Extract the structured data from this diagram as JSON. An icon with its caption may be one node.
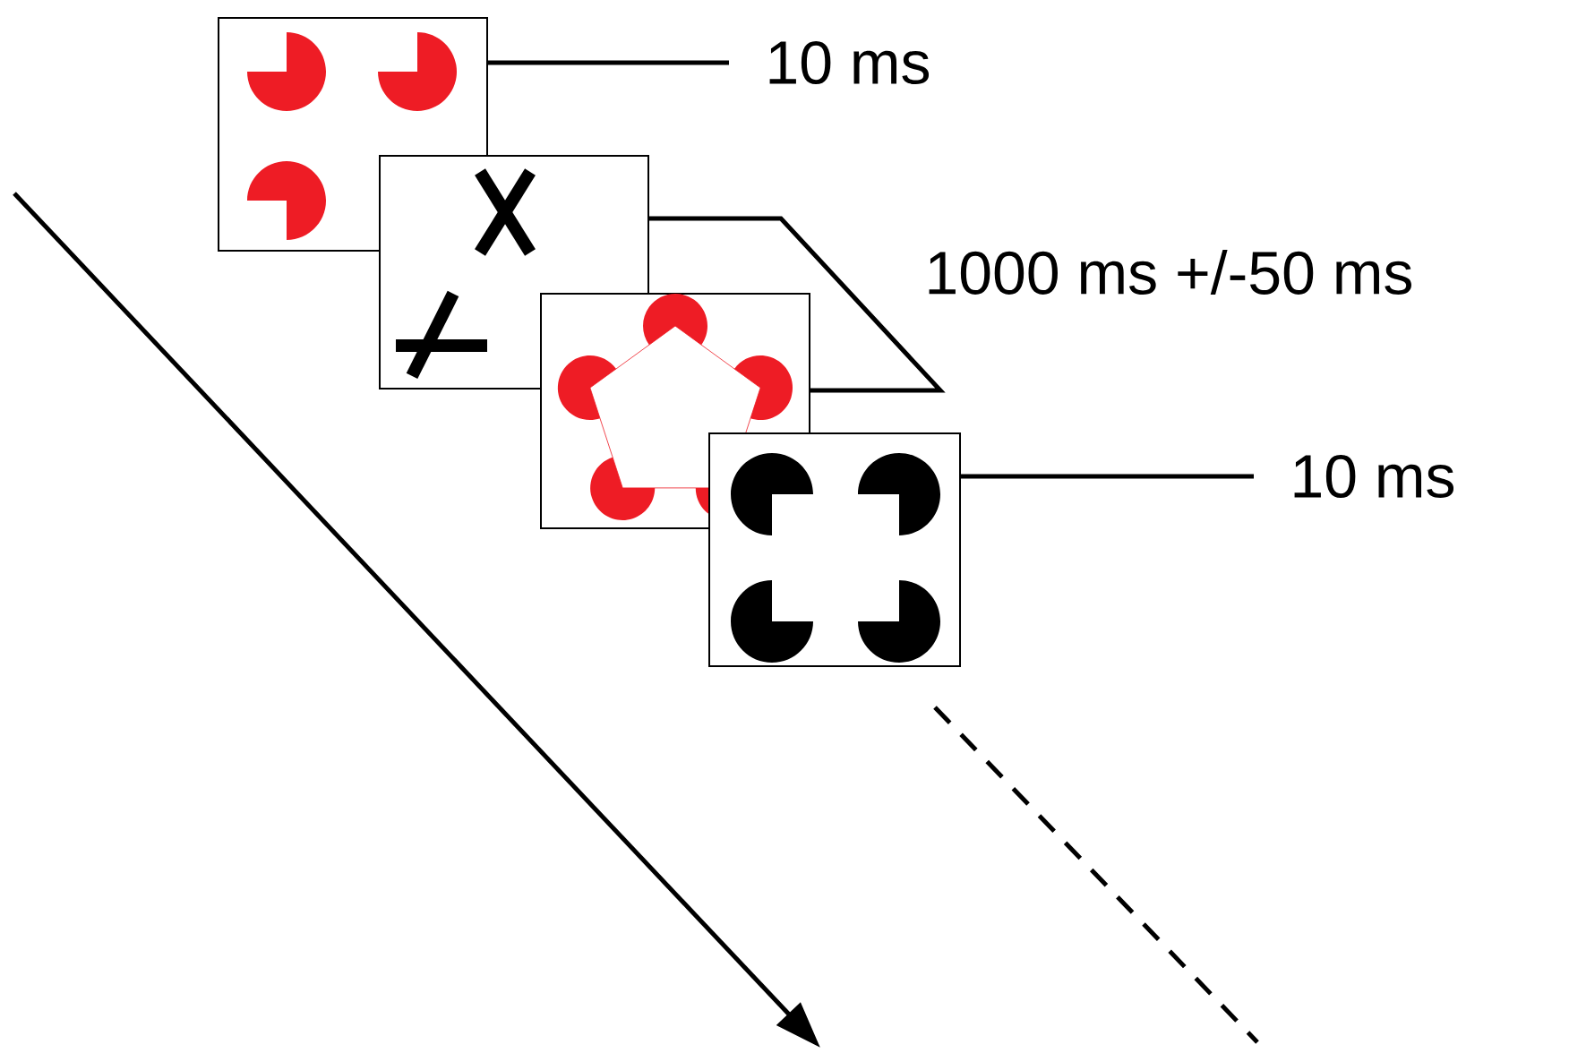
{
  "diagram": {
    "nodes": [
      {
        "text": [],
        "shape": "box"
      },
      {
        "text": [],
        "shape": "box"
      },
      {
        "text": [],
        "shape": "box"
      },
      {
        "text": [],
        "shape": "box"
      },
      {
        "text": [
          "10 ms"
        ]
      },
      {
        "text": [
          "10 ms"
        ]
      }
    ],
    "edges": [
      {
        "from": 4,
        "to": 0,
        "arrow": "none"
      },
      {
        "from": 5,
        "to": 3,
        "arrow": "none"
      }
    ],
    "labels": [
      "1000 ms +/-50 ms"
    ]
  }
}
